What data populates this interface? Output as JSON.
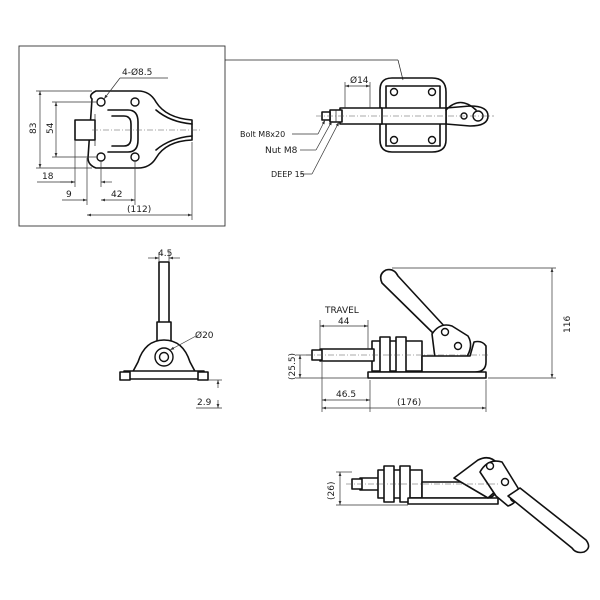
{
  "top_detail": {
    "hole_callout": "4-Ø8.5",
    "dim_83": "83",
    "dim_54": "54",
    "dim_18": "18",
    "dim_9": "9",
    "dim_42": "42",
    "dim_112": "(112)"
  },
  "side_detail": {
    "bolt_label": "Bolt M8x20",
    "nut_label": "Nut M8",
    "deep_label": "DEEP 15",
    "diameter_14": "Ø14"
  },
  "end_view": {
    "dim_4_5": "4.5",
    "diameter_20": "Ø20",
    "dim_2_9": "2.9"
  },
  "side_view": {
    "travel_label": "TRAVEL",
    "dim_44": "44",
    "dim_25_5": "(25.5)",
    "dim_46_5": "46.5",
    "dim_176": "(176)",
    "dim_116": "116"
  },
  "extended_view": {
    "dim_26": "(26)"
  }
}
